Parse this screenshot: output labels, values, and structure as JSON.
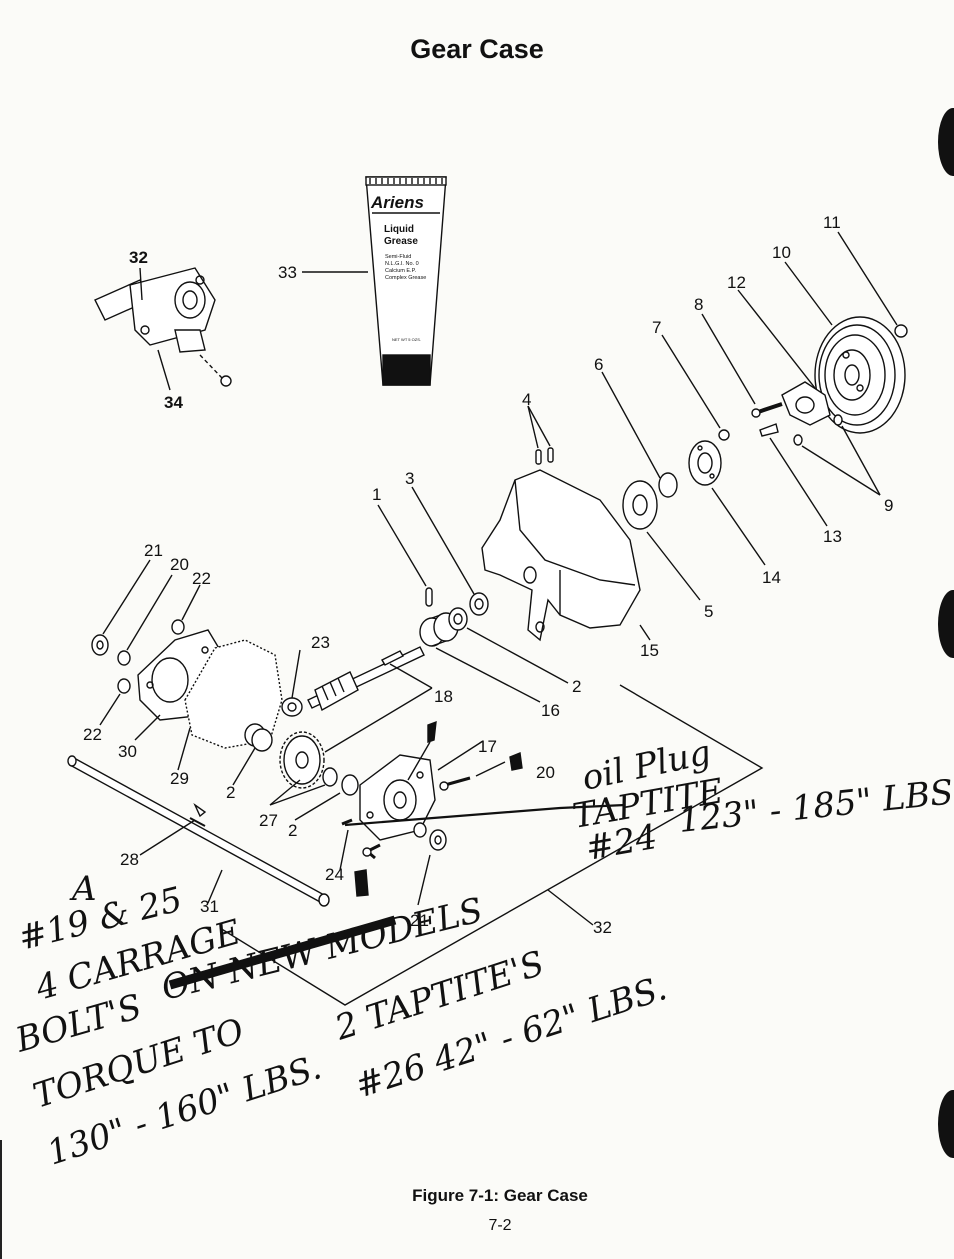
{
  "page": {
    "title": "Gear Case",
    "caption": "Figure 7-1: Gear Case",
    "page_number": "7-2"
  },
  "grease_tube": {
    "brand": "Ariens",
    "product_line1": "Liquid",
    "product_line2": "Grease",
    "spec_lines": [
      "Semi-Fluid",
      "N.L.G.I. No. 0",
      "Calcium E.P.",
      "Complex Grease"
    ],
    "net_weight": "NET WT 5 OZS."
  },
  "callouts": [
    "1",
    "2",
    "2",
    "2",
    "3",
    "4",
    "5",
    "6",
    "7",
    "8",
    "9",
    "10",
    "11",
    "12",
    "13",
    "14",
    "15",
    "16",
    "17",
    "18",
    "20",
    "20",
    "21",
    "21",
    "22",
    "22",
    "23",
    "24",
    "27",
    "28",
    "29",
    "30",
    "31",
    "32",
    "32",
    "33",
    "34"
  ],
  "handwritten": {
    "oil_plug": "oil Plug",
    "taptite": "TAPTITE",
    "num24": "#24",
    "torque_oil_plug": "123\" - 185\" LBS",
    "ref_19_25": "#19 & 25",
    "ref_a": "A",
    "line_carriage": "4 CARRAGE",
    "line_bolts": "BOLT'S",
    "struck_note": "ON NEW MODELS",
    "line_torque": "TORQUE TO",
    "torque_bolts": "130\" - 160\" LBS.",
    "two_taptites": "2 TAPTITE'S",
    "torque_26": "#26 42\" - 62\" LBS."
  },
  "colors": {
    "ink": "#111111",
    "paper": "#fbfbf8"
  }
}
